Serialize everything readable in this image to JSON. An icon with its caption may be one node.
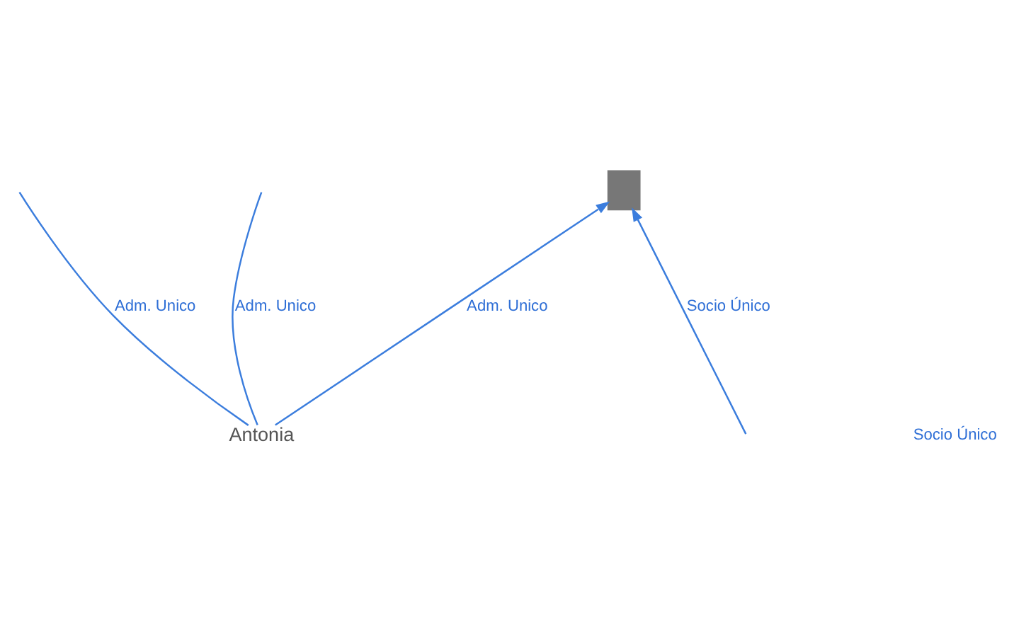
{
  "diagram": {
    "nodes": [
      {
        "text": [],
        "shape": "building"
      },
      {
        "text": [
          "Antonia"
        ]
      }
    ],
    "edges": [
      {
        "from": 1,
        "to": 0,
        "arrow": "to",
        "label": "Adm. Unico"
      },
      {
        "from": null,
        "to": 0,
        "arrow": "to",
        "label": "Socio Único"
      },
      {
        "from": 1,
        "to": null,
        "arrow": "none",
        "label": "Adm. Unico"
      },
      {
        "from": 1,
        "to": null,
        "arrow": "none",
        "label": "Adm. Unico"
      }
    ],
    "labels": [
      "Socio Único"
    ]
  }
}
